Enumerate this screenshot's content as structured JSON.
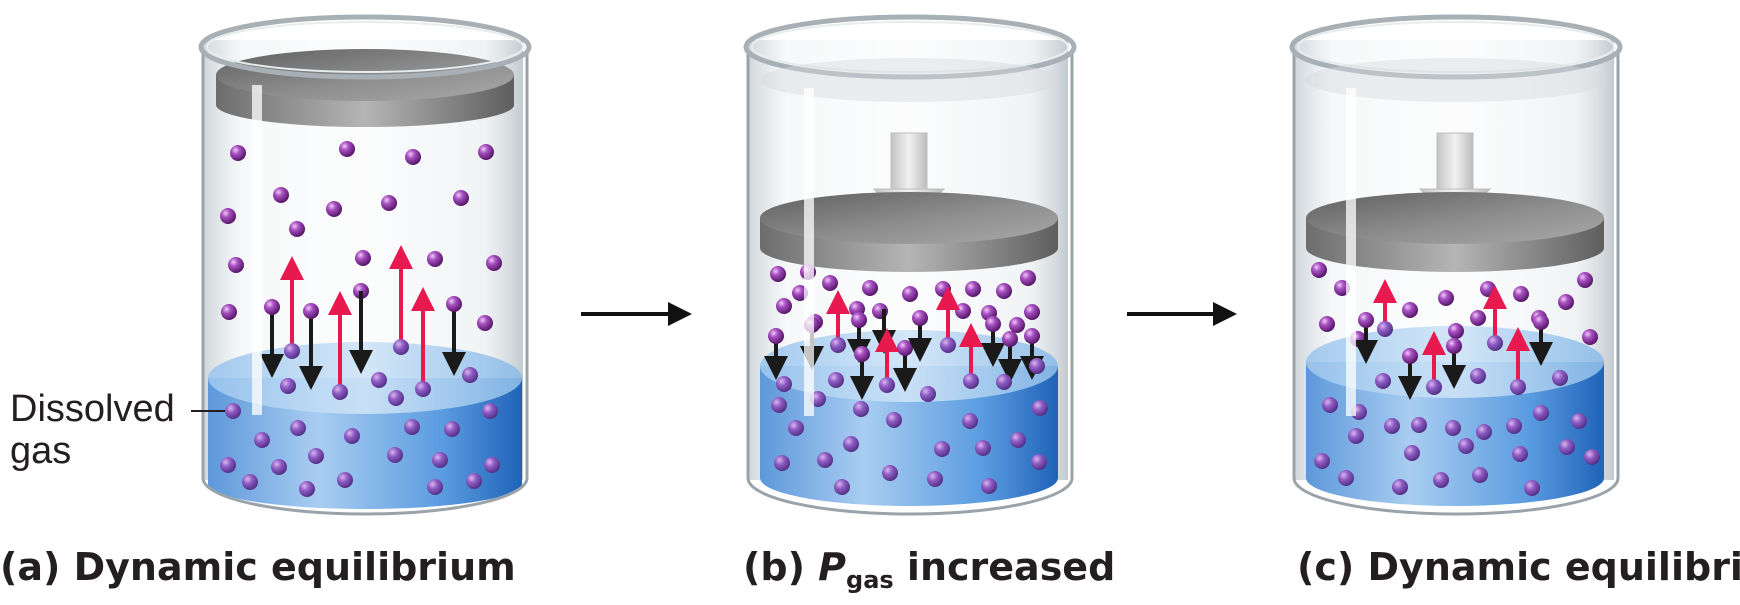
{
  "panels": [
    {
      "id": "a",
      "prefix": "(a) ",
      "title": "Dynamic equilibrium",
      "piston": "top"
    },
    {
      "id": "b",
      "prefix": "(b) ",
      "symbol": "P",
      "subscript": "gas",
      "suffix": " increased",
      "piston": "pressed"
    },
    {
      "id": "c",
      "prefix": "(c) ",
      "title": "Dynamic equilibrium",
      "piston": "pressed"
    }
  ],
  "side_label": {
    "line1": "Dissolved",
    "line2": "gas"
  },
  "colors": {
    "molecule": "#7b1f8f",
    "liquid": "#3f86d1",
    "up_arrow": "#e8194f",
    "down_arrow": "#1a1a1a",
    "process_arrow": "#111111"
  }
}
